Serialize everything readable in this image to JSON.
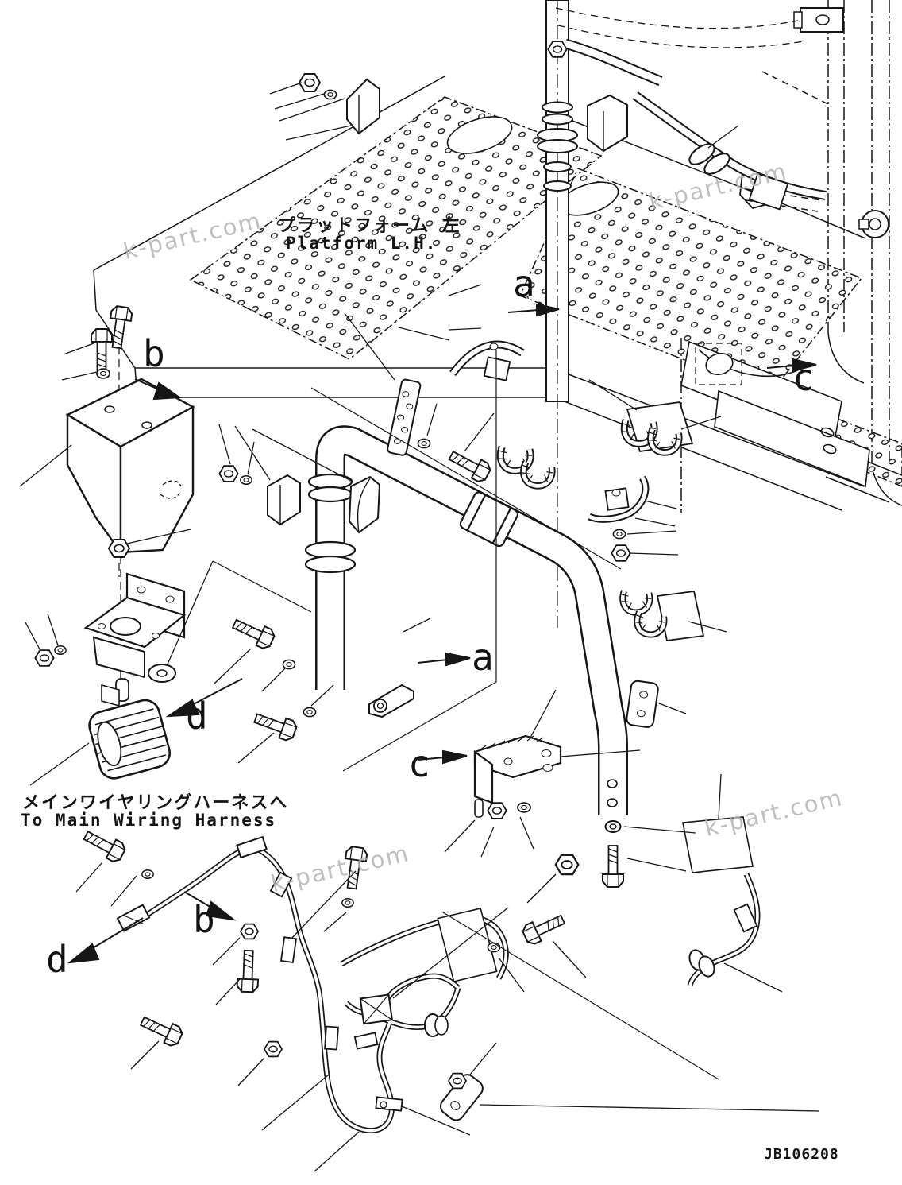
{
  "diagram": {
    "platform_label_jp": "プラットフォーム  左",
    "platform_label_en": "Platform L.H.",
    "harness_label_jp": "メインワイヤリングハーネスへ",
    "harness_label_en": "To Main Wiring Harness",
    "drawing_number": "JB106208",
    "watermark": "k-part.com"
  },
  "view_labels": {
    "a_upper": "a",
    "b_upper": "b",
    "c_upper": "c",
    "a_lower": "a",
    "c_lower": "c",
    "d_upper": "d",
    "b_lower": "b",
    "d_lower": "d"
  },
  "colors": {
    "line": "#161616",
    "background": "#ffffff",
    "watermark": "#b4b4b4"
  }
}
